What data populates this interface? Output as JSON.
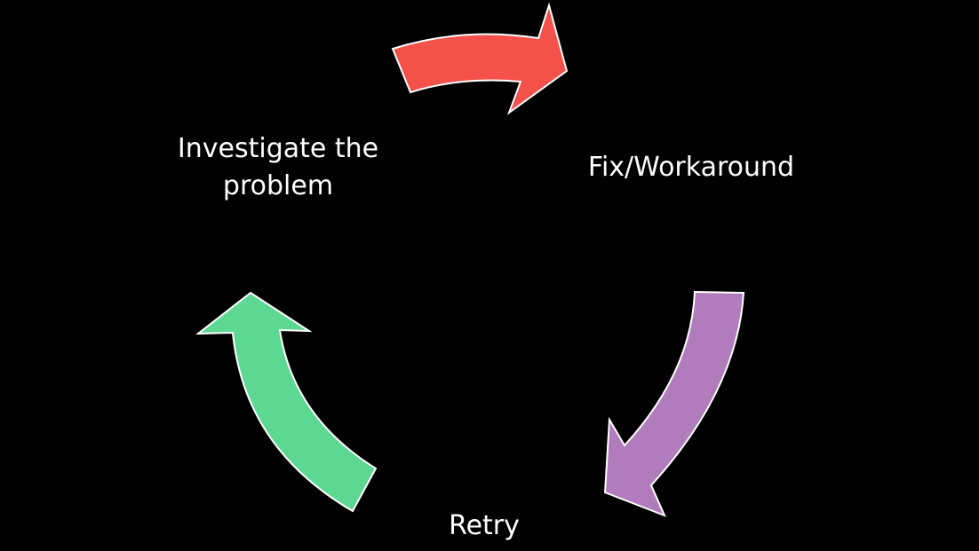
{
  "steps": [
    {
      "id": "investigate",
      "label_lines": [
        "Investigate the",
        "problem"
      ]
    },
    {
      "id": "fix",
      "label": "Fix/Workaround"
    },
    {
      "id": "retry",
      "label": "Retry"
    }
  ],
  "colors": {
    "background": "#000000",
    "text": "#ffffff",
    "arrow_investigate_to_fix": "#f4514b",
    "arrow_fix_to_retry": "#b07cbc",
    "arrow_retry_to_investigate": "#5dd893",
    "arrow_outline": "#ffffff"
  }
}
